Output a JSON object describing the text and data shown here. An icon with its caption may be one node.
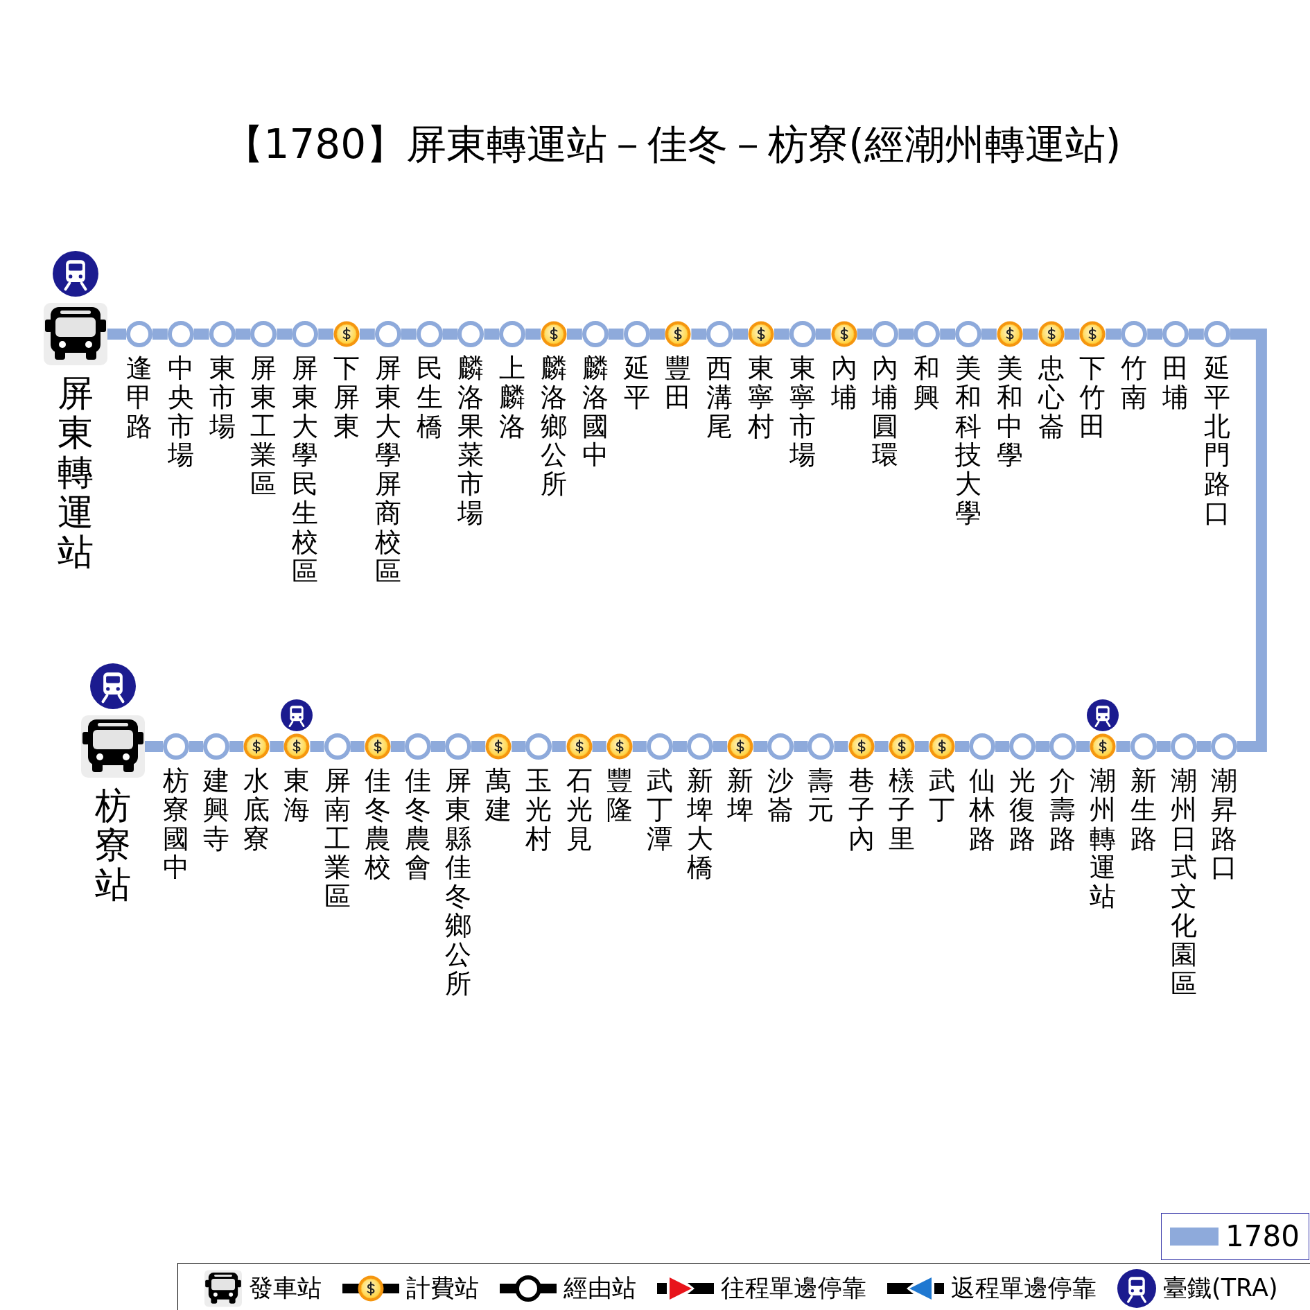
{
  "diagram": {
    "title": "【1780】屏東轉運站－佳冬－枋寮(經潮州轉運站)",
    "nodes": [
      {
        "text": [
          "屏東轉運站"
        ]
      },
      {
        "text": [
          "逢甲路"
        ]
      },
      {
        "text": [
          "中央市場"
        ]
      },
      {
        "text": [
          "東市場"
        ]
      },
      {
        "text": [
          "屏東工業區"
        ]
      },
      {
        "text": [
          "屏東大學民生校區"
        ]
      },
      {
        "text": [
          "下屏東"
        ]
      },
      {
        "text": [
          "屏東大學屏商校區"
        ]
      },
      {
        "text": [
          "民生橋"
        ]
      },
      {
        "text": [
          "麟洛果菜市場"
        ]
      },
      {
        "text": [
          "上麟洛"
        ]
      },
      {
        "text": [
          "麟洛鄉公所"
        ]
      },
      {
        "text": [
          "麟洛國中"
        ]
      },
      {
        "text": [
          "延平"
        ]
      },
      {
        "text": [
          "豐田"
        ]
      },
      {
        "text": [
          "西溝尾"
        ]
      },
      {
        "text": [
          "東寧村"
        ]
      },
      {
        "text": [
          "東寧市場"
        ]
      },
      {
        "text": [
          "內埔"
        ]
      },
      {
        "text": [
          "內埔圓環"
        ]
      },
      {
        "text": [
          "和興"
        ]
      },
      {
        "text": [
          "美和科技大學"
        ]
      },
      {
        "text": [
          "美和中學"
        ]
      },
      {
        "text": [
          "忠心崙"
        ]
      },
      {
        "text": [
          "下竹田"
        ]
      },
      {
        "text": [
          "竹南"
        ]
      },
      {
        "text": [
          "田埔"
        ]
      },
      {
        "text": [
          "延平北門路口"
        ]
      },
      {
        "text": [
          "枋寮站"
        ]
      },
      {
        "text": [
          "枋寮國中"
        ]
      },
      {
        "text": [
          "建興寺"
        ]
      },
      {
        "text": [
          "水底寮"
        ]
      },
      {
        "text": [
          "東海"
        ]
      },
      {
        "text": [
          "屏南工業區"
        ]
      },
      {
        "text": [
          "佳冬農校"
        ]
      },
      {
        "text": [
          "佳冬農會"
        ]
      },
      {
        "text": [
          "屏東縣佳冬鄉公所"
        ]
      },
      {
        "text": [
          "萬建"
        ]
      },
      {
        "text": [
          "玉光村"
        ]
      },
      {
        "text": [
          "石光見"
        ]
      },
      {
        "text": [
          "豐隆"
        ]
      },
      {
        "text": [
          "武丁潭"
        ]
      },
      {
        "text": [
          "新埤大橋"
        ]
      },
      {
        "text": [
          "新埤"
        ]
      },
      {
        "text": [
          "沙崙"
        ]
      },
      {
        "text": [
          "壽元"
        ]
      },
      {
        "text": [
          "巷子內"
        ]
      },
      {
        "text": [
          "檨子里"
        ]
      },
      {
        "text": [
          "武丁"
        ]
      },
      {
        "text": [
          "仙林路"
        ]
      },
      {
        "text": [
          "光復路"
        ]
      },
      {
        "text": [
          "介壽路"
        ]
      },
      {
        "text": [
          "潮州轉運站"
        ]
      },
      {
        "text": [
          "新生路"
        ]
      },
      {
        "text": [
          "潮州日式文化園區"
        ]
      },
      {
        "text": [
          "潮昇路口"
        ]
      }
    ],
    "edges": [
      {
        "from": 0,
        "to": 1,
        "arrow": "none"
      },
      {
        "from": 1,
        "to": 2,
        "arrow": "none"
      },
      {
        "from": 2,
        "to": 3,
        "arrow": "none"
      },
      {
        "from": 3,
        "to": 4,
        "arrow": "none"
      },
      {
        "from": 4,
        "to": 5,
        "arrow": "none"
      },
      {
        "from": 5,
        "to": 6,
        "arrow": "none"
      },
      {
        "from": 6,
        "to": 7,
        "arrow": "none"
      },
      {
        "from": 7,
        "to": 8,
        "arrow": "none"
      },
      {
        "from": 8,
        "to": 9,
        "arrow": "none"
      },
      {
        "from": 9,
        "to": 10,
        "arrow": "none"
      },
      {
        "from": 10,
        "to": 11,
        "arrow": "none"
      },
      {
        "from": 11,
        "to": 12,
        "arrow": "none"
      },
      {
        "from": 12,
        "to": 13,
        "arrow": "none"
      },
      {
        "from": 13,
        "to": 14,
        "arrow": "none"
      },
      {
        "from": 14,
        "to": 15,
        "arrow": "none"
      },
      {
        "from": 15,
        "to": 16,
        "arrow": "none"
      },
      {
        "from": 16,
        "to": 17,
        "arrow": "none"
      },
      {
        "from": 17,
        "to": 18,
        "arrow": "none"
      },
      {
        "from": 18,
        "to": 19,
        "arrow": "none"
      },
      {
        "from": 19,
        "to": 20,
        "arrow": "none"
      },
      {
        "from": 20,
        "to": 21,
        "arrow": "none"
      },
      {
        "from": 21,
        "to": 22,
        "arrow": "none"
      },
      {
        "from": 22,
        "to": 23,
        "arrow": "none"
      },
      {
        "from": 23,
        "to": 24,
        "arrow": "none"
      },
      {
        "from": 24,
        "to": 25,
        "arrow": "none"
      },
      {
        "from": 25,
        "to": 26,
        "arrow": "none"
      },
      {
        "from": 26,
        "to": 27,
        "arrow": "none"
      },
      {
        "from": 27,
        "to": 55,
        "arrow": "none"
      },
      {
        "from": 55,
        "to": 54,
        "arrow": "none"
      },
      {
        "from": 54,
        "to": 53,
        "arrow": "none"
      },
      {
        "from": 53,
        "to": 52,
        "arrow": "none"
      },
      {
        "from": 52,
        "to": 51,
        "arrow": "none"
      },
      {
        "from": 51,
        "to": 50,
        "arrow": "none"
      },
      {
        "from": 50,
        "to": 49,
        "arrow": "none"
      },
      {
        "from": 49,
        "to": 48,
        "arrow": "none"
      },
      {
        "from": 48,
        "to": 47,
        "arrow": "none"
      },
      {
        "from": 47,
        "to": 46,
        "arrow": "none"
      },
      {
        "from": 46,
        "to": 45,
        "arrow": "none"
      },
      {
        "from": 45,
        "to": 44,
        "arrow": "none"
      },
      {
        "from": 44,
        "to": 43,
        "arrow": "none"
      },
      {
        "from": 43,
        "to": 42,
        "arrow": "none"
      },
      {
        "from": 42,
        "to": 41,
        "arrow": "none"
      },
      {
        "from": 41,
        "to": 40,
        "arrow": "none"
      },
      {
        "from": 40,
        "to": 39,
        "arrow": "none"
      },
      {
        "from": 39,
        "to": 38,
        "arrow": "none"
      },
      {
        "from": 38,
        "to": 37,
        "arrow": "none"
      },
      {
        "from": 37,
        "to": 36,
        "arrow": "none"
      },
      {
        "from": 36,
        "to": 35,
        "arrow": "none"
      },
      {
        "from": 35,
        "to": 34,
        "arrow": "none"
      },
      {
        "from": 34,
        "to": 33,
        "arrow": "none"
      },
      {
        "from": 33,
        "to": 32,
        "arrow": "none"
      },
      {
        "from": 32,
        "to": 31,
        "arrow": "none"
      },
      {
        "from": 31,
        "to": 30,
        "arrow": "none"
      },
      {
        "from": 30,
        "to": 29,
        "arrow": "none"
      },
      {
        "from": 29,
        "to": 28,
        "arrow": "none"
      }
    ],
    "legend": [
      {
        "text": "1780",
        "color": "#8eaadb"
      },
      {
        "text": "發車站"
      },
      {
        "text": "計費站"
      },
      {
        "text": "經由站"
      },
      {
        "text": "往程單邊停靠"
      },
      {
        "text": "返程單邊停靠"
      },
      {
        "text": "臺鐵(TRA)"
      }
    ]
  }
}
